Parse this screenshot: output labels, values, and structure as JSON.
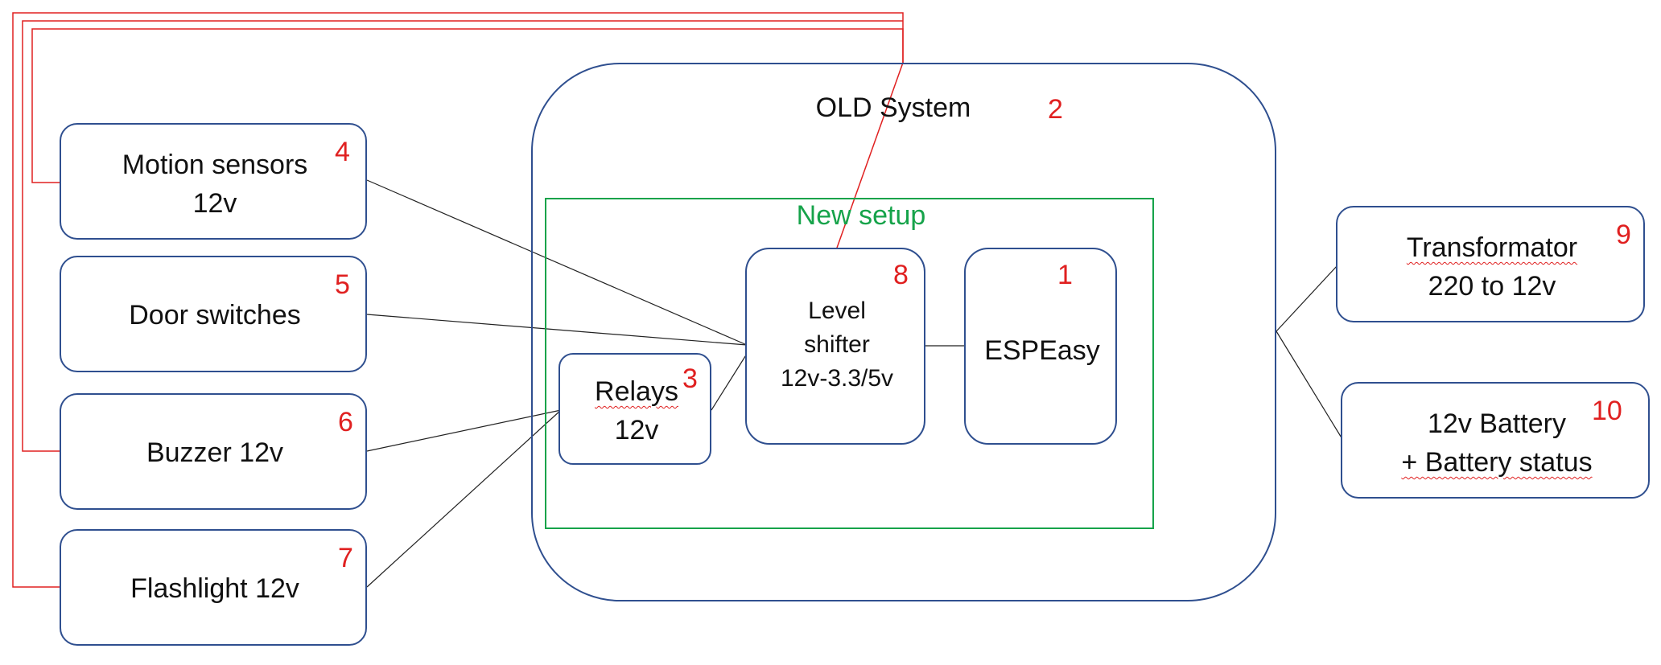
{
  "diagram": {
    "old_system": {
      "title": "OLD System",
      "number": "2"
    },
    "new_setup": {
      "title": "New setup"
    },
    "nodes": {
      "motion": {
        "line1": "Motion sensors",
        "line2": "12v",
        "number": "4"
      },
      "door": {
        "line1": "Door switches",
        "number": "5"
      },
      "buzzer": {
        "line1": "Buzzer 12v",
        "number": "6"
      },
      "flash": {
        "line1": "Flashlight 12v",
        "number": "7"
      },
      "relays": {
        "line1": "Relays",
        "line2": "12v",
        "number": "3"
      },
      "level": {
        "line1": "Level",
        "line2": "shifter",
        "line3": "12v-3.3/5v",
        "number": "8"
      },
      "esp": {
        "line1": "ESPEasy",
        "number": "1"
      },
      "transformer": {
        "line1": "Transformator",
        "line2": "220 to 12v",
        "number": "9"
      },
      "battery": {
        "line1": "12v Battery",
        "line2": "+ Battery status",
        "number": "10"
      }
    },
    "colors": {
      "box_border": "#2f4f8f",
      "new_setup_border": "#16a34a",
      "number_color": "#e02020",
      "connector": "#222222",
      "red_wire": "#e02020"
    }
  }
}
